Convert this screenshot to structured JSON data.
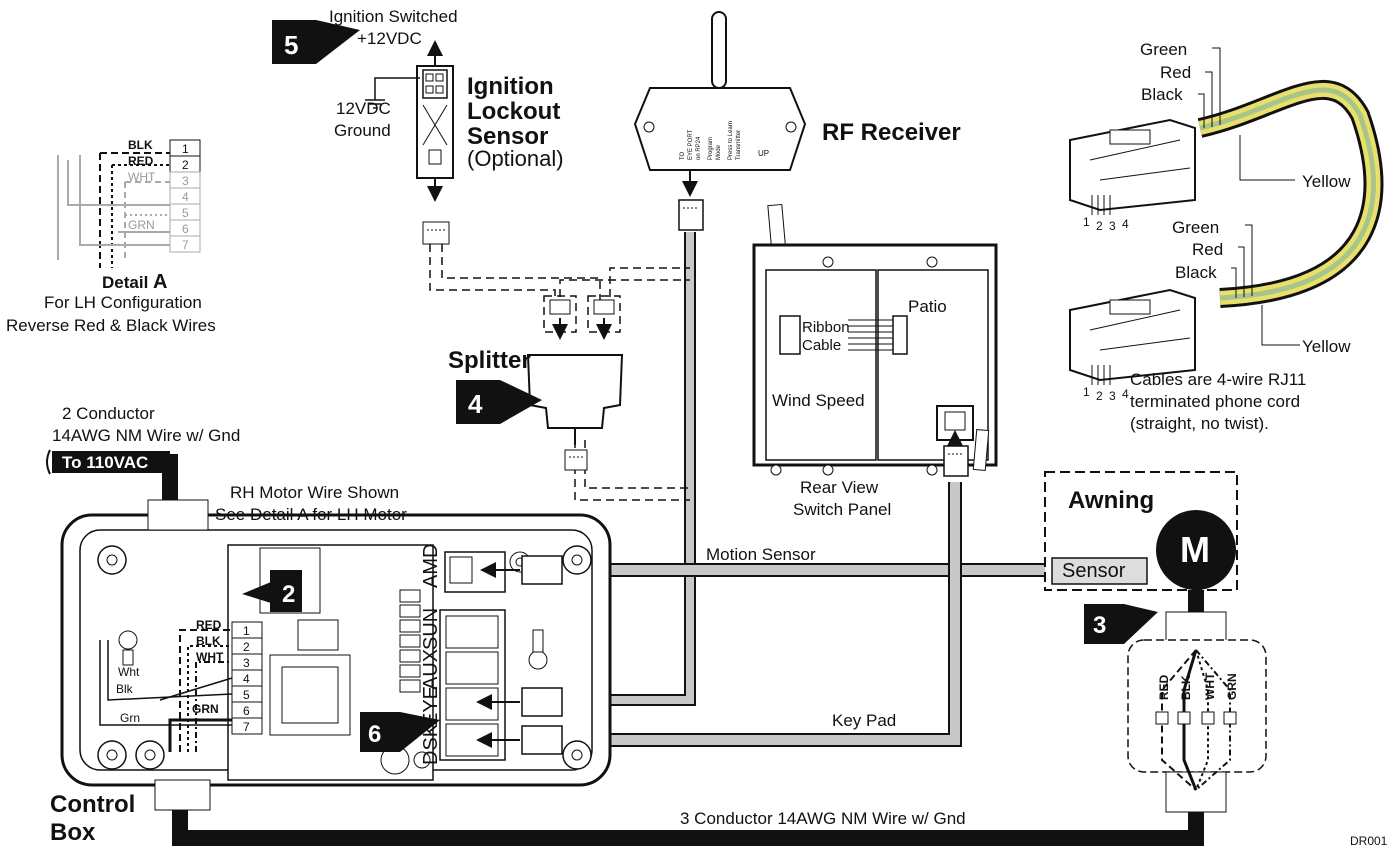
{
  "ignition": {
    "switched_line1": "Ignition Switched",
    "switched_line2": "+12VDC",
    "ground_line1": "12VDC",
    "ground_line2": "Ground",
    "sensor_title": [
      "Ignition",
      "Lockout",
      "Sensor"
    ],
    "sensor_optional": "(Optional)"
  },
  "rf_receiver": {
    "title": "RF Receiver",
    "small_labels": [
      "TO",
      "EYE PORT",
      "on RP24",
      "Program",
      "Mode",
      "Press to Learn",
      "Transmitter",
      "UP"
    ]
  },
  "detail_a": {
    "wires": [
      "BLK",
      "RED",
      "WHT",
      "GRN"
    ],
    "terminals": [
      "1",
      "2",
      "3",
      "4",
      "5",
      "6",
      "7"
    ],
    "title": "Detail ",
    "title_letter": "A",
    "line1": "For LH Configuration",
    "line2": "Reverse Red & Black Wires"
  },
  "cables": {
    "top": {
      "green": "Green",
      "red": "Red",
      "black": "Black",
      "yellow": "Yellow"
    },
    "bottom": {
      "green": "Green",
      "red": "Red",
      "black": "Black",
      "yellow": "Yellow"
    },
    "pins": [
      "1",
      "2",
      "3",
      "4"
    ],
    "note": [
      "Cables are 4-wire RJ11",
      "terminated phone cord",
      "(straight, no twist)."
    ]
  },
  "splitter": {
    "label": "Splitter"
  },
  "switch_panel": {
    "patio": "Patio",
    "ribbon": [
      "Ribbon",
      "Cable"
    ],
    "wind": "Wind Speed",
    "caption": [
      "Rear View",
      "Switch Panel"
    ]
  },
  "power": {
    "wire_line1": "2 Conductor",
    "wire_line2": "14AWG NM Wire w/ Gnd",
    "to_label": "To 110VAC"
  },
  "control_box": {
    "motor_note": [
      "RH Motor Wire Shown",
      "See Detail A for LH Motor"
    ],
    "title": [
      "Control",
      "Box"
    ],
    "wire_labels": [
      "RED",
      "BLK",
      "WHT",
      "GRN"
    ],
    "terminals": [
      "1",
      "2",
      "3",
      "4",
      "5",
      "6",
      "7"
    ],
    "small_wires": [
      "Wht",
      "Blk",
      "Grn"
    ],
    "ports": [
      "AMD",
      "SUN",
      "AUX",
      "EYE",
      "DSK"
    ]
  },
  "awning": {
    "title": "Awning",
    "motor": "M",
    "sensor": "Sensor",
    "wires": [
      "RED",
      "BLK",
      "WHT",
      "GRN"
    ]
  },
  "wires": {
    "motion_sensor": "Motion Sensor",
    "key_pad": "Key Pad",
    "bottom": "3 Conductor 14AWG NM Wire w/ Gnd"
  },
  "steps": [
    "2",
    "3",
    "4",
    "5",
    "6"
  ],
  "code": "DR001"
}
